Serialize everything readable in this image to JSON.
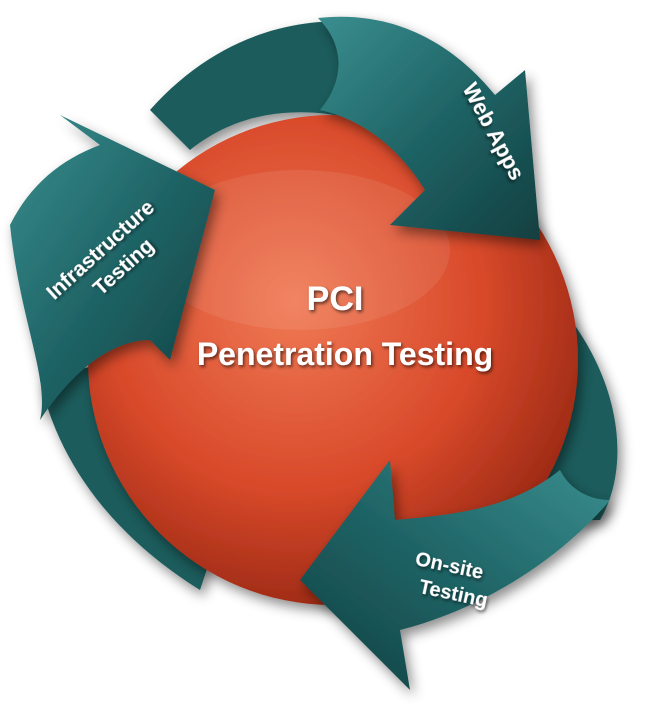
{
  "center": {
    "title": "PCI",
    "subtitle": "Penetration Testing"
  },
  "arrows": {
    "web_apps": {
      "label": "Web Apps"
    },
    "onsite": {
      "line1": "On-site",
      "line2": "Testing"
    },
    "infrastructure": {
      "line1": "Infrastructure",
      "line2": "Testing"
    }
  },
  "colors": {
    "background": "#ffffff",
    "circle": "#d8492a",
    "circle_highlight": "#f07a55",
    "circle_shadow": "#8e2210",
    "arrow": "#1f6466",
    "arrow_dark": "#123f40",
    "arrow_light": "#3a8e8f",
    "text": "#ffffff"
  }
}
